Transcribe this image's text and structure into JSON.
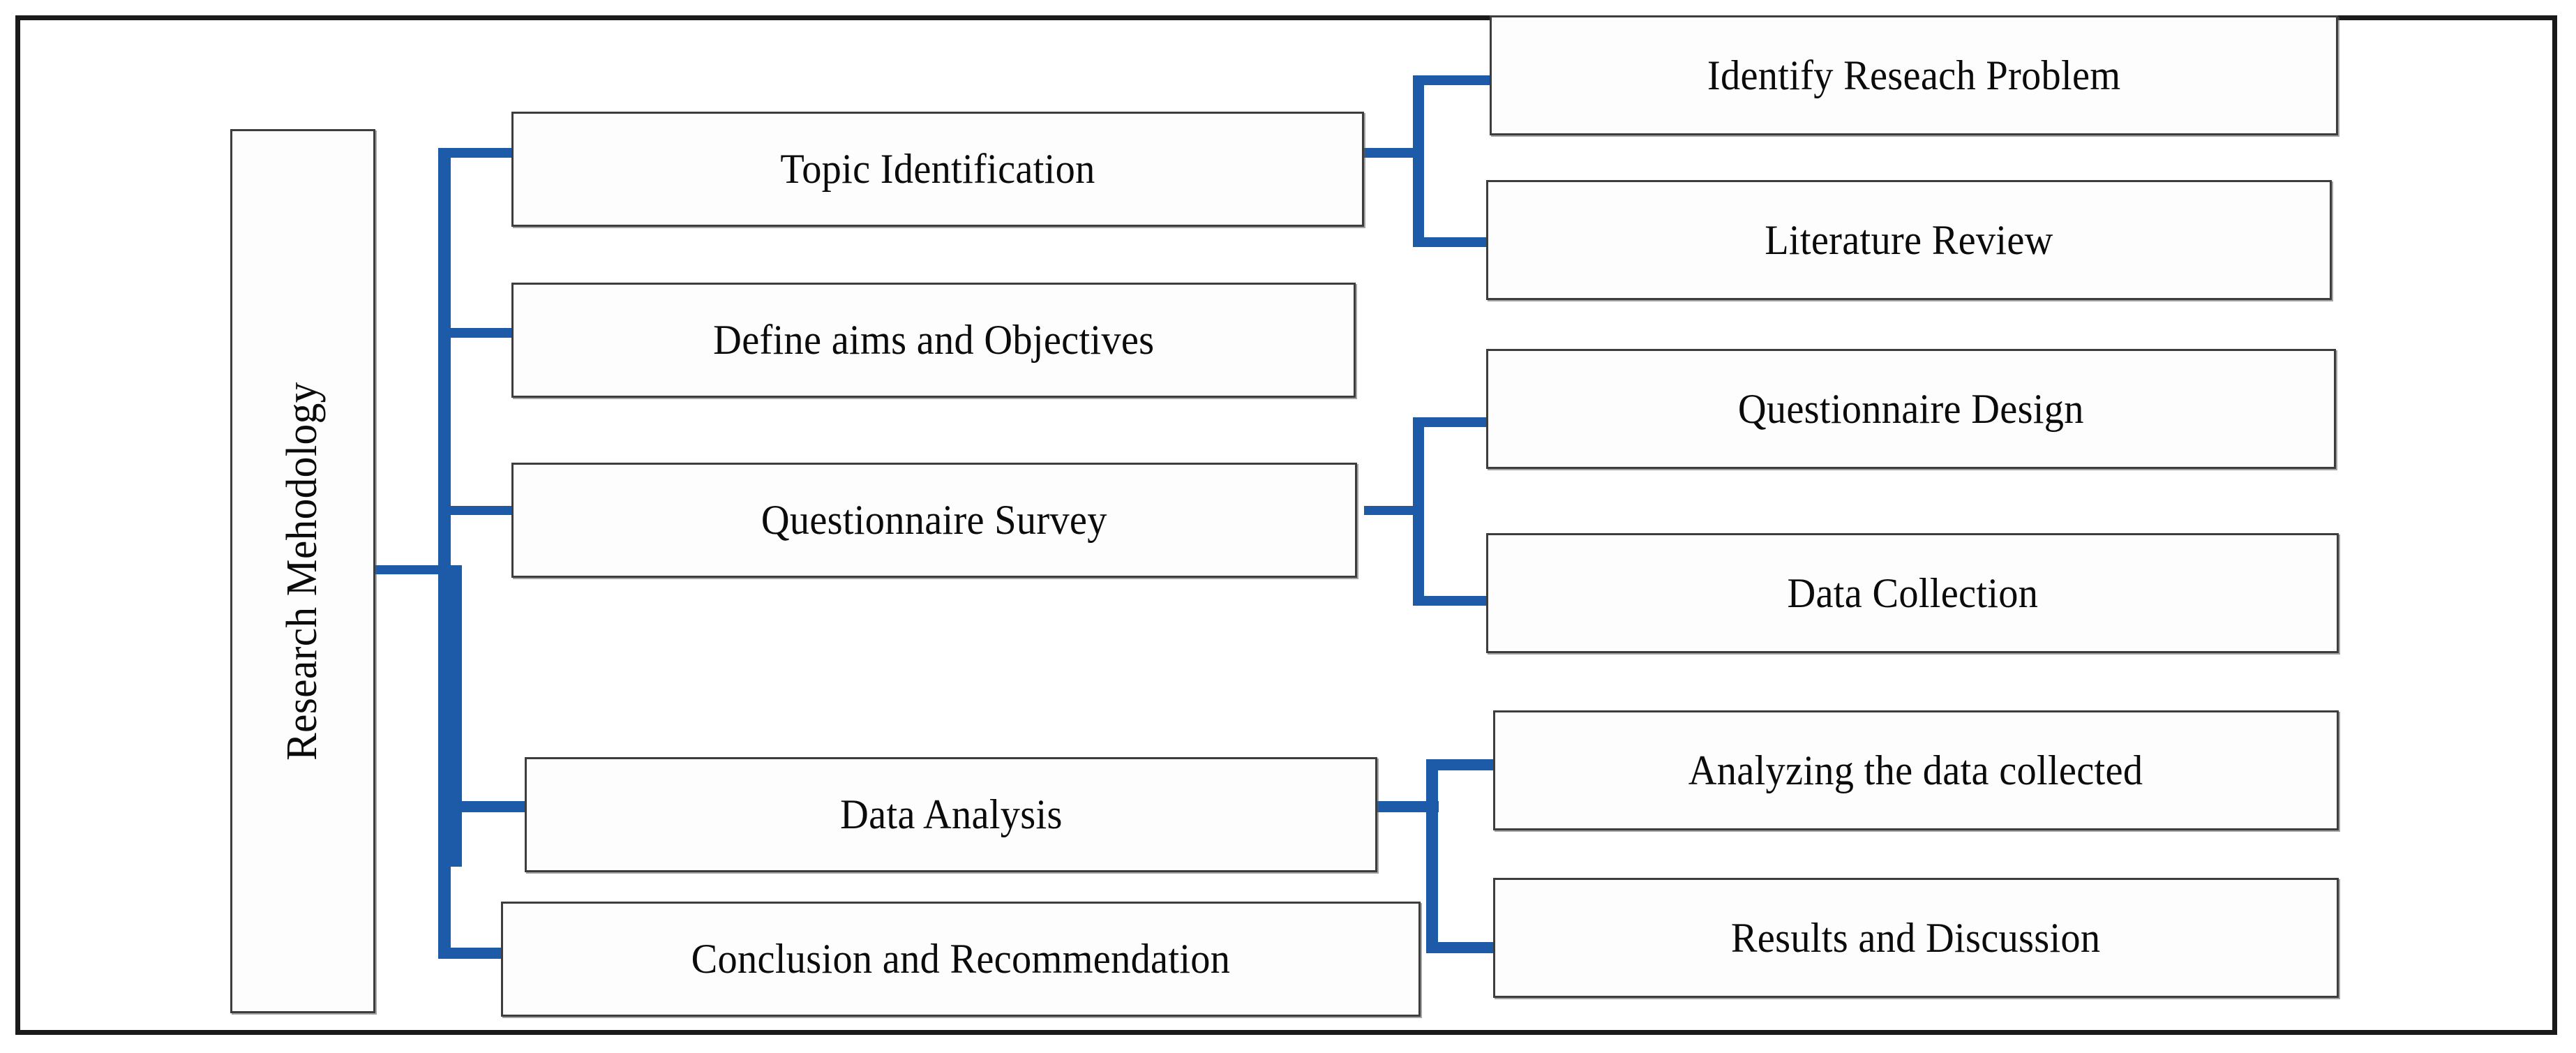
{
  "diagram": {
    "title": "Research Methodology Flowchart",
    "accent_color": "#1d5aa7",
    "frame_color": "#1a1a1a",
    "box_border_color": "#3d3d3d",
    "root": {
      "label": "Research Mehodology",
      "orientation": "vertical"
    },
    "stages": [
      {
        "id": "topic-identification",
        "label": "Topic Identification",
        "substeps": [
          {
            "id": "identify-reseach-problem",
            "label": "Identify Reseach Problem"
          },
          {
            "id": "literature-review",
            "label": "Literature Review"
          }
        ]
      },
      {
        "id": "define-aims-and-objectives",
        "label": "Define aims and Objectives",
        "substeps": []
      },
      {
        "id": "questionnaire-survey",
        "label": "Questionnaire Survey",
        "substeps": [
          {
            "id": "questionnaire-design",
            "label": "Questionnaire Design"
          },
          {
            "id": "data-collection",
            "label": "Data Collection"
          }
        ]
      },
      {
        "id": "data-analysis",
        "label": "Data Analysis",
        "substeps": [
          {
            "id": "analyzing-the-data-collected",
            "label": "Analyzing the data collected"
          }
        ]
      },
      {
        "id": "conclusion-and-recommendation",
        "label": "Conclusion and Recommendation",
        "substeps": [
          {
            "id": "results-and-discussion",
            "label": "Results and Discussion"
          }
        ]
      }
    ]
  }
}
